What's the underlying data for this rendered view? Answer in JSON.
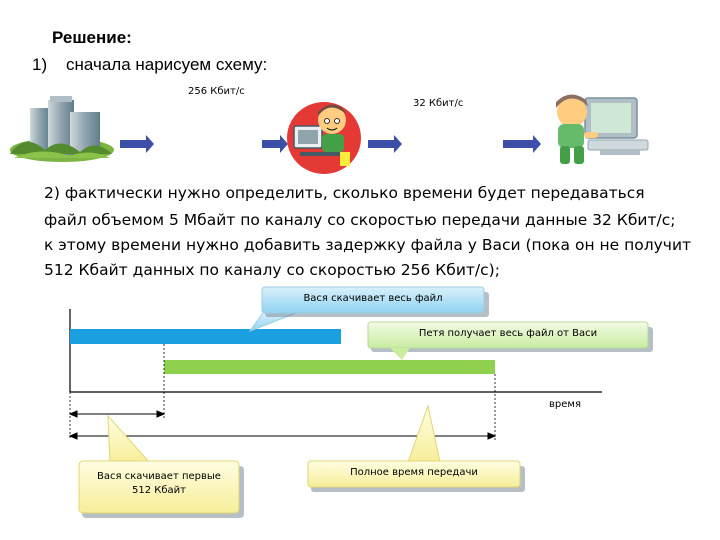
{
  "slide": {
    "title": "Решение:",
    "step1_number": "1)",
    "step1_text": "сначала нарисуем схему:",
    "rates": [
      "256 Кбит/с",
      "32 Кбит/с"
    ],
    "paragraph_lines": [
      "2) фактически нужно определить, сколько времени будет передаваться",
      "файл объемом 5 Мбайт по каналу со скоростью передачи данные 32 Кбит/с;",
      "к этому времени нужно добавить задержку файла у Васи (пока он не получит",
      "512 Кбайт данных по каналу со скоростью 256 Кбит/с);"
    ]
  },
  "timeline": {
    "axis_label": "время",
    "bar_colors": {
      "vasya": "#1a9fe0",
      "petya": "#8fd14f"
    },
    "callouts": {
      "vasya_full": "Вася скачивает весь файл",
      "petya_full": "Петя получает весь файл от Васи",
      "vasya_first": "Вася скачивает первые 512 Кбайт",
      "total_time": "Полное время передачи"
    }
  }
}
